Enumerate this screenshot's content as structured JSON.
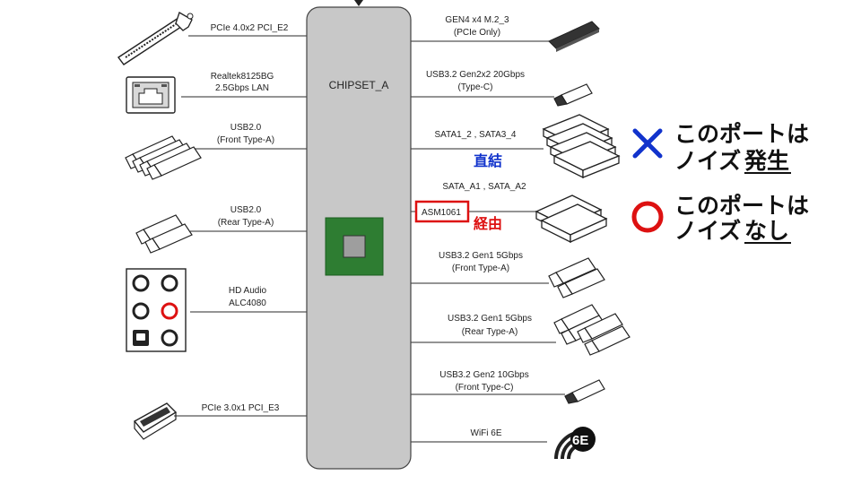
{
  "chipset": {
    "name": "CHIPSET_A"
  },
  "left_ports": [
    {
      "line1": "PCIe 4.0x2 PCI_E2",
      "line2": ""
    },
    {
      "line1": "Realtek8125BG",
      "line2": "2.5Gbps LAN"
    },
    {
      "line1": "USB2.0",
      "line2": "(Front Type-A)"
    },
    {
      "line1": "USB2.0",
      "line2": "(Rear Type-A)"
    },
    {
      "line1": "HD Audio",
      "line2": "ALC4080"
    },
    {
      "line1": "PCIe 3.0x1 PCI_E3",
      "line2": ""
    }
  ],
  "right_ports": [
    {
      "line1": "GEN4 x4 M.2_3",
      "line2": "(PCIe Only)"
    },
    {
      "line1": "USB3.2 Gen2x2 20Gbps",
      "line2": "(Type-C)"
    },
    {
      "line1": "SATA1_2 , SATA3_4",
      "line2": ""
    },
    {
      "line1": "SATA_A1 , SATA_A2",
      "line2": ""
    },
    {
      "line1": "USB3.2 Gen1 5Gbps",
      "line2": "(Front Type-A)"
    },
    {
      "line1": "USB3.2 Gen1 5Gbps",
      "line2": "(Rear Type-A)"
    },
    {
      "line1": "USB3.2 Gen2 10Gbps",
      "line2": "(Front Type-C)"
    },
    {
      "line1": "WiFi 6E",
      "line2": ""
    }
  ],
  "asm_box": "ASM1061",
  "annotations": {
    "direct": "直結",
    "via": "経由"
  },
  "wifi_logo": "6E",
  "legend": [
    {
      "symbol": "×",
      "symbol_color": "#1133cc",
      "line1": "このポートは",
      "line2_prefix": "ノイズ",
      "line2_underlined": "発生"
    },
    {
      "symbol": "○",
      "symbol_color": "#dd1111",
      "line1": "このポートは",
      "line2_prefix": "ノイズ",
      "line2_underlined": "なし"
    }
  ],
  "colors": {
    "chipset_fill": "#c8c8c8",
    "die_outer": "#2e7d32",
    "die_inner": "#9e9e9e",
    "highlight": "#dd1111",
    "blue": "#1133cc"
  }
}
